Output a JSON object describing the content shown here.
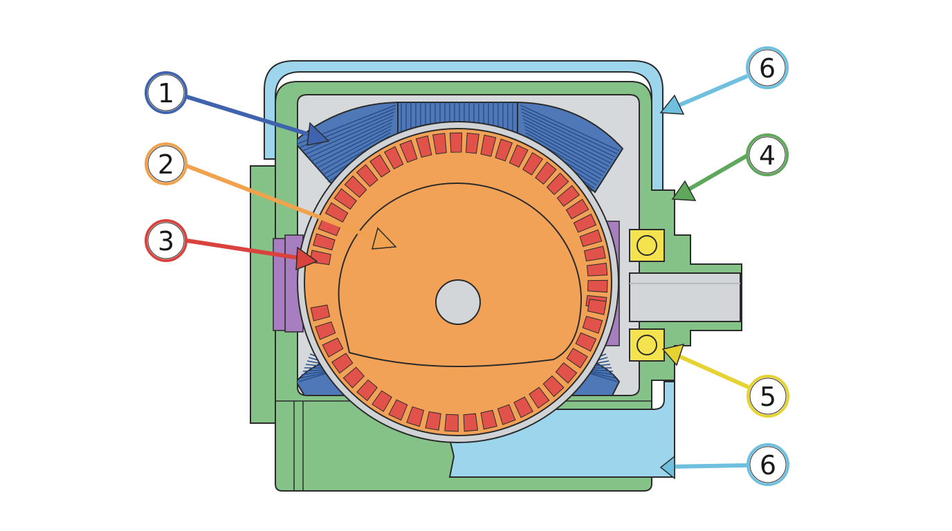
{
  "diagram": {
    "colors": {
      "housing": "#85c287",
      "cooling_jacket": "#9dd6ec",
      "stator_winding": "#4e78b8",
      "rotor_core": "#f2a257",
      "rotor_bars": "#e0524a",
      "bearing": "#f4e24e",
      "insulation": "#a77ec0",
      "shaft": "#d2d6d8",
      "air_gap": "#d6d9db"
    },
    "callouts": [
      {
        "id": "1",
        "label": "1",
        "color": "#3f63ad"
      },
      {
        "id": "2",
        "label": "2",
        "color": "#f0a24e"
      },
      {
        "id": "3",
        "label": "3",
        "color": "#d9423d"
      },
      {
        "id": "4",
        "label": "4",
        "color": "#5fa85b"
      },
      {
        "id": "5",
        "label": "5",
        "color": "#e6d333"
      },
      {
        "id": "6a",
        "label": "6",
        "color": "#6fbfdf"
      },
      {
        "id": "6b",
        "label": "6",
        "color": "#6fbfdf"
      }
    ]
  }
}
